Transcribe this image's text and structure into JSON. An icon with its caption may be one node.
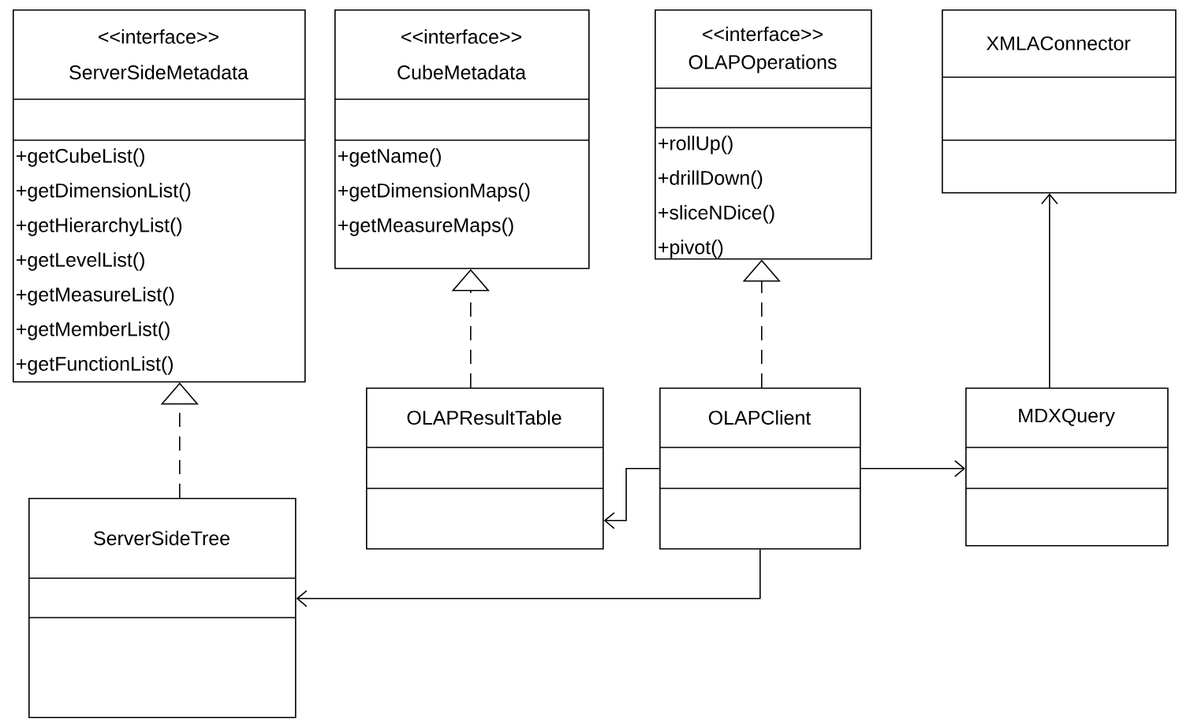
{
  "diagram": {
    "nodes": [
      {
        "text": [
          "<<interface>>",
          "ServerSideMetadata",
          "+getCubeList()",
          "+getDimensionList()",
          "+getHierarchyList()",
          "+getLevelList()",
          "+getMeasureList()",
          "+getMemberList()",
          "+getFunctionList()"
        ]
      },
      {
        "text": [
          "<<interface>>",
          "CubeMetadata",
          "+getName()",
          "+getDimensionMaps()",
          "+getMeasureMaps()"
        ]
      },
      {
        "text": [
          "<<interface>>",
          "OLAPOperations",
          "+rollUp()",
          "+drillDown()",
          "+sliceNDice()",
          "+pivot()"
        ]
      },
      {
        "text": [
          "XMLAConnector"
        ]
      },
      {
        "text": [
          "OLAPResultTable"
        ]
      },
      {
        "text": [
          "OLAPClient"
        ]
      },
      {
        "text": [
          "MDXQuery"
        ]
      },
      {
        "text": [
          "ServerSideTree"
        ]
      }
    ],
    "edges": [
      {
        "from": 7,
        "to": 0,
        "arrow": "to",
        "style": "dashed"
      },
      {
        "from": 4,
        "to": 1,
        "arrow": "to",
        "style": "dashed"
      },
      {
        "from": 5,
        "to": 2,
        "arrow": "to",
        "style": "dashed"
      },
      {
        "from": 6,
        "to": 3,
        "arrow": "to"
      },
      {
        "from": 5,
        "to": 4,
        "arrow": "to"
      },
      {
        "from": 5,
        "to": 6,
        "arrow": "to"
      },
      {
        "from": 5,
        "to": 7,
        "arrow": "to"
      }
    ]
  }
}
